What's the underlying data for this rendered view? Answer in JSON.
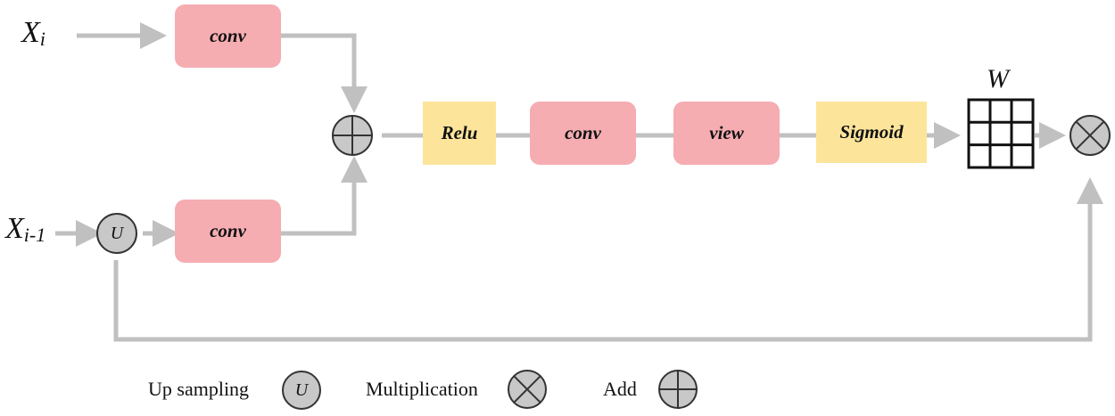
{
  "inputs": {
    "xi_base": "X",
    "xi_sub": "i",
    "xi1_base": "X",
    "xi1_sub": "i-1"
  },
  "blocks": {
    "conv_top": "conv",
    "conv_bottom": "conv",
    "relu": "Relu",
    "conv_mid": "conv",
    "view": "view",
    "sigmoid": "Sigmoid"
  },
  "weight_label": "W",
  "upsample_symbol": "U",
  "legend": {
    "upsampling_label": "Up sampling",
    "upsampling_symbol": "U",
    "multiplication_label": "Multiplication",
    "add_label": "Add"
  },
  "colors": {
    "conv_fill": "#f5adb2",
    "activation_fill": "#fce59b",
    "arrow": "#c0c0c0",
    "node_fill": "#c8c8c8"
  }
}
